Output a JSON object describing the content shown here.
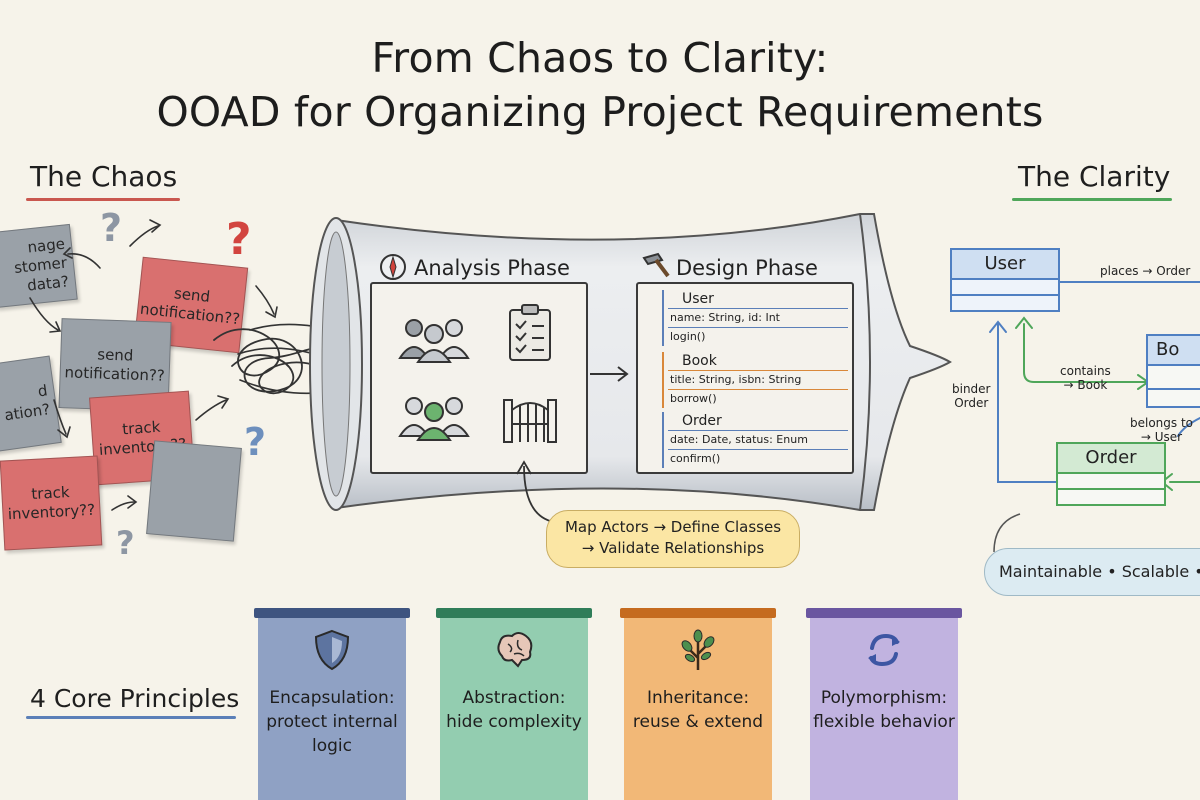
{
  "title": {
    "line1": "From Chaos to Clarity:",
    "line2": "OOAD for Organizing Project Requirements"
  },
  "chaos": {
    "heading": "The Chaos",
    "notes": [
      {
        "text": "nage\nstomer\ndata?",
        "color": "gray"
      },
      {
        "text": "send\nnotification??",
        "color": "red"
      },
      {
        "text": "send\nnotification??",
        "color": "gray"
      },
      {
        "text": "d\nation?",
        "color": "gray"
      },
      {
        "text": "track\ninventory??",
        "color": "red"
      },
      {
        "text": "track\ninventory??",
        "color": "red"
      },
      {
        "text": "",
        "color": "gray"
      }
    ],
    "question_marks": [
      "?",
      "?",
      "?",
      "?"
    ]
  },
  "analysis": {
    "title": "Analysis Phase",
    "icons": [
      "compass-icon",
      "people-group-icon",
      "clipboard-checklist-icon",
      "people-highlight-icon",
      "gate-icon"
    ]
  },
  "design": {
    "title": "Design Phase",
    "icons": [
      "hammer-icon"
    ],
    "classes": [
      {
        "name": "User",
        "attributes": "name: String, id: Int",
        "methods": "login()",
        "color": "#5b7fb8"
      },
      {
        "name": "Book",
        "attributes": "title: String, isbn: String",
        "methods": "borrow()",
        "color": "#d9883a"
      },
      {
        "name": "Order",
        "attributes": "date: Date, status: Enum",
        "methods": "confirm()",
        "color": "#5b7fb8"
      }
    ]
  },
  "process_callout": {
    "line1": "Map Actors → Define Classes",
    "line2": "→ Validate Relationships"
  },
  "clarity": {
    "heading": "The Clarity",
    "classes": [
      {
        "name": "User",
        "color": "#4f7fc2"
      },
      {
        "name": "Bo",
        "color": "#4f7fc2"
      },
      {
        "name": "Order",
        "color": "#4fa65a"
      }
    ],
    "relations": {
      "places": "places → Order",
      "contains": "contains\n→ Book",
      "belongs": "belongs to\n→ User",
      "left": "binder\nOrder"
    },
    "qualities": "Maintainable • Scalable • C"
  },
  "principles": {
    "heading": "4 Core Principles",
    "items": [
      {
        "label": "Encapsulation:\nprotect internal\nlogic",
        "icon": "shield-icon",
        "color": "#5d74a0"
      },
      {
        "label": "Abstraction:\nhide complexity",
        "icon": "brain-icon",
        "color": "#4fa67d"
      },
      {
        "label": "Inheritance:\nreuse & extend",
        "icon": "tree-icon",
        "color": "#e49a4a"
      },
      {
        "label": "Polymorphism:\nflexible behavior",
        "icon": "cycle-arrows-icon",
        "color": "#8a74b8"
      }
    ]
  },
  "colors": {
    "background": "#f6f3ea",
    "chaos_underline": "#c9574f",
    "clarity_underline": "#4fa65a",
    "principles_underline": "#5b7fb8"
  }
}
